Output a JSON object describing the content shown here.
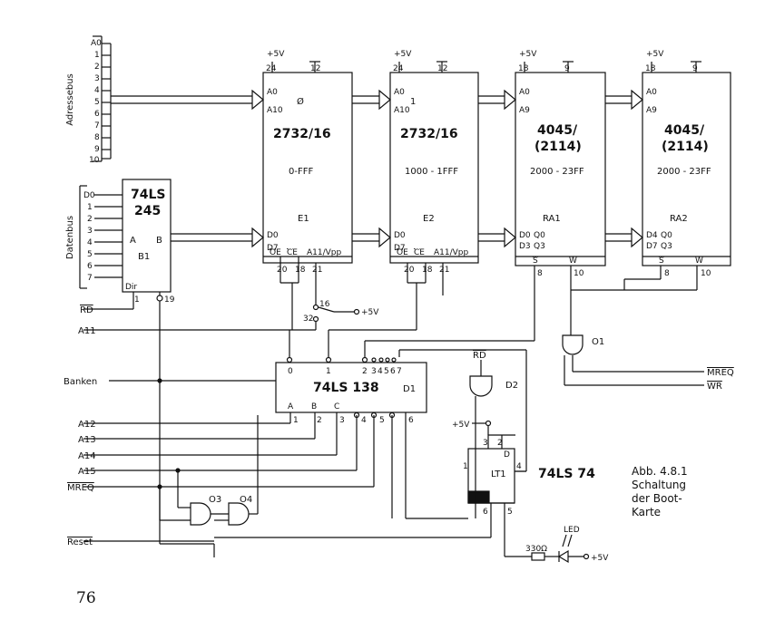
{
  "address_bus": {
    "label": "Adressebus",
    "lines": [
      "A0",
      "1",
      "2",
      "3",
      "4",
      "5",
      "6",
      "7",
      "8",
      "9",
      "10"
    ]
  },
  "data_bus": {
    "label": "Datenbus",
    "lines": [
      "D0",
      "1",
      "2",
      "3",
      "4",
      "5",
      "6",
      "7"
    ]
  },
  "b1": {
    "name_line1": "74LS",
    "name_line2": "245",
    "a": "A",
    "b": "B",
    "ref": "B1",
    "dir": "Dir",
    "pin1": "1",
    "pin19": "19"
  },
  "chips": [
    {
      "ref": "E1",
      "name_line1": "2732/16",
      "name_line2": "",
      "range": "0-FFF",
      "marker": "Ø",
      "vcc": "+5V",
      "vcc_pin": "24",
      "gnd_pin": "12",
      "addr_top": "A0",
      "addr_bot": "A10",
      "data_top": "D0",
      "data_bot": "D7",
      "pin_labels": [
        "OE",
        "CE",
        "A11/Vpp"
      ],
      "pin_numbers": [
        "20",
        "18",
        "21"
      ]
    },
    {
      "ref": "E2",
      "name_line1": "2732/16",
      "name_line2": "",
      "range": "1000 - 1FFF",
      "marker": "1",
      "vcc": "+5V",
      "vcc_pin": "24",
      "gnd_pin": "12",
      "addr_top": "A0",
      "addr_bot": "A10",
      "data_top": "D0",
      "data_bot": "D7",
      "pin_labels": [
        "OE",
        "CE",
        "A11/Vpp"
      ],
      "pin_numbers": [
        "20",
        "18",
        "21"
      ]
    },
    {
      "ref": "RA1",
      "name_line1": "4045/",
      "name_line2": "(2114)",
      "range": "2000 - 23FF",
      "marker": "",
      "vcc": "+5V",
      "vcc_pin": "18",
      "gnd_pin": "9",
      "addr_top": "A0",
      "addr_bot": "A9",
      "data_top": "D0",
      "data_bot": "D3",
      "data_top2": "Q0",
      "data_bot2": "Q3",
      "pin_labels": [
        "S",
        "W"
      ],
      "pin_numbers": [
        "8",
        "10"
      ]
    },
    {
      "ref": "RA2",
      "name_line1": "4045/",
      "name_line2": "(2114)",
      "range": "2000 - 23FF",
      "marker": "",
      "vcc": "+5V",
      "vcc_pin": "18",
      "gnd_pin": "9",
      "addr_top": "A0",
      "addr_bot": "A9",
      "data_top": "D4",
      "data_bot": "D7",
      "data_top2": "Q0",
      "data_bot2": "Q3",
      "pin_labels": [
        "S",
        "W"
      ],
      "pin_numbers": [
        "8",
        "10"
      ]
    }
  ],
  "d1": {
    "name": "74LS 138",
    "ref": "D1",
    "out_labels": [
      "0",
      "1",
      "2",
      "3",
      "4",
      "5",
      "6",
      "7"
    ],
    "in_labels": [
      "A",
      "B",
      "C"
    ],
    "pin_numbers": [
      "1",
      "2",
      "3",
      "4",
      "5",
      "6"
    ]
  },
  "lt1": {
    "name": "74LS 74",
    "ref": "LT1",
    "vcc": "+5V",
    "pins": [
      "1",
      "2",
      "3",
      "4",
      "5",
      "6"
    ],
    "d": "D"
  },
  "gates": {
    "d2": "D2",
    "o1": "O1",
    "o3": "O3",
    "o4": "O4"
  },
  "jumper": {
    "pin_a": "16",
    "pin_b": "32",
    "vcc": "+5V"
  },
  "signals": {
    "rd": "RD",
    "a11": "A11",
    "banken": "Banken",
    "a12": "A12",
    "a13": "A13",
    "a14": "A14",
    "a15": "A15",
    "mreq": "MREQ",
    "reset": "Reset",
    "wr": "WR",
    "rd2": "RD",
    "mreq2": "MREQ"
  },
  "led": {
    "label": "LED",
    "resistor": "330Ω",
    "vcc": "+5V"
  },
  "caption": {
    "line1": "Abb. 4.8.1",
    "line2": "Schaltung",
    "line3": "der Boot-",
    "line4": "Karte"
  },
  "page_number": "76"
}
